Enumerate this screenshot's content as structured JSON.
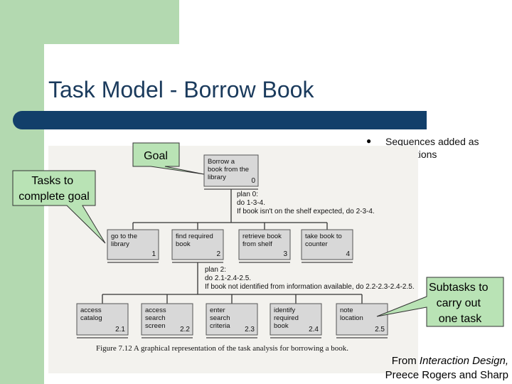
{
  "title": "Task Model - Borrow Book",
  "bullet_text": "Sequences added as annotations",
  "callouts": {
    "goal": "Goal",
    "tasks": [
      "Tasks to",
      "complete goal"
    ],
    "subtasks": [
      "Subtasks to",
      "carry out",
      "one task"
    ]
  },
  "nodes": {
    "root": {
      "lines": [
        "Borrow a",
        "book from the",
        "library"
      ],
      "num": "0"
    },
    "tasks": [
      {
        "lines": [
          "go to the",
          "library"
        ],
        "num": "1"
      },
      {
        "lines": [
          "find required",
          "book"
        ],
        "num": "2"
      },
      {
        "lines": [
          "retrieve book",
          "from shelf"
        ],
        "num": "3"
      },
      {
        "lines": [
          "take book to",
          "counter"
        ],
        "num": "4"
      }
    ],
    "subtasks": [
      {
        "lines": [
          "access",
          "catalog"
        ],
        "num": "2.1"
      },
      {
        "lines": [
          "access",
          "search",
          "screen"
        ],
        "num": "2.2"
      },
      {
        "lines": [
          "enter",
          "search",
          "criteria"
        ],
        "num": "2.3"
      },
      {
        "lines": [
          "identify",
          "required",
          "book"
        ],
        "num": "2.4"
      },
      {
        "lines": [
          "note",
          "location"
        ],
        "num": "2.5"
      }
    ]
  },
  "plans": {
    "plan0": [
      "plan 0:",
      "do 1-3-4.",
      "If book isn't on the shelf expected, do 2-3-4."
    ],
    "plan2": [
      "plan 2:",
      "do 2.1-2.4-2.5.",
      "If book not identified from information available, do 2.2-2.3-2.4-2.5."
    ]
  },
  "caption": "Figure 7.12  A graphical representation of the task analysis for borrowing a book.",
  "credit": {
    "prefix": "From ",
    "book": "Interaction Design,",
    "authors": "Preece Rogers and Sharp"
  },
  "colors": {
    "title": "#1a3a5c",
    "bar": "#123f6a",
    "green": "#b3d9b0",
    "callout": "#b9e3b5",
    "box": "#d8d8d8"
  }
}
